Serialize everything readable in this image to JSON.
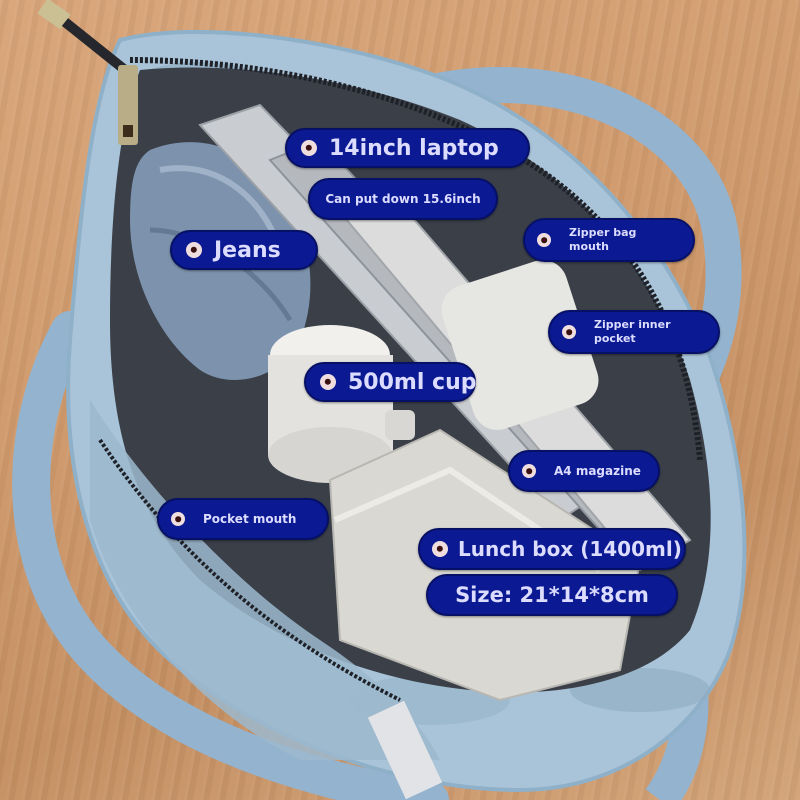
{
  "image": {
    "description": "Top-down photo of an open light-blue camo canvas tote bag on a wooden table, packed with a laptop, jeans, a cup, magazines and a lunch box, with dark-blue annotation labels",
    "background": "wooden table"
  },
  "labels": {
    "laptop": "14inch laptop",
    "laptop_note": "Can put down 15.6inch",
    "jeans": "Jeans",
    "zipper_bag_mouth": "Zipper bag mouth",
    "zipper_inner_pocket": "Zipper inner pocket",
    "cup": "500ml cup",
    "magazine": "A4 magazine",
    "pocket_mouth": "Pocket mouth",
    "lunch_box": "Lunch box (1400ml)",
    "lunch_box_size": "Size: 21*14*8cm"
  },
  "colors": {
    "label_bg": "#0b1a92",
    "label_text": "#dcdcff",
    "bag": "#a9c3d8",
    "strap": "#93b3cf",
    "wood": "#cf9a6c"
  }
}
